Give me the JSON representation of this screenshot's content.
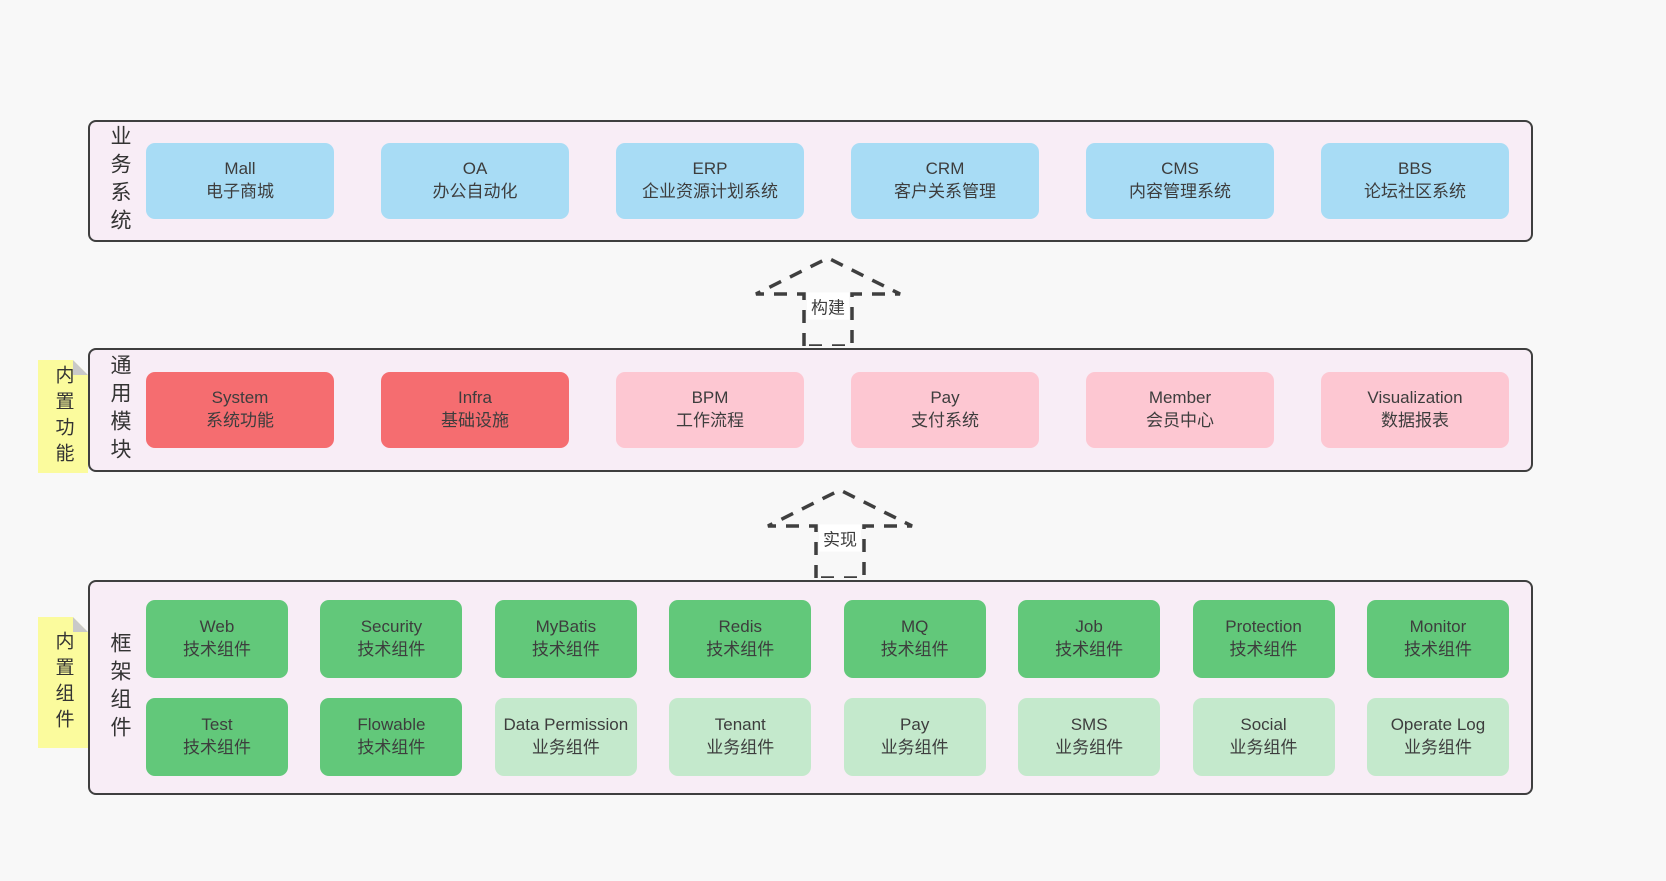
{
  "colors": {
    "page_bg": "#f8f8f8",
    "panel_bg": "#f8edf6",
    "panel_border": "#3f3f3f",
    "blue": "#a8dcf5",
    "red": "#f56d70",
    "pink": "#fdc7d2",
    "green": "#62c87a",
    "light_green": "#c4e9cc",
    "sticky_yellow": "#fbfb9d",
    "text": "#3d3d3d"
  },
  "sections": [
    {
      "label": "业务系统",
      "rows": [
        [
          {
            "title": "Mall",
            "subtitle": "电子商城",
            "type": "blue"
          },
          {
            "title": "OA",
            "subtitle": "办公自动化",
            "type": "blue"
          },
          {
            "title": "ERP",
            "subtitle": "企业资源计划系统",
            "type": "blue"
          },
          {
            "title": "CRM",
            "subtitle": "客户关系管理",
            "type": "blue"
          },
          {
            "title": "CMS",
            "subtitle": "内容管理系统",
            "type": "blue"
          },
          {
            "title": "BBS",
            "subtitle": "论坛社区系统",
            "type": "blue"
          }
        ]
      ]
    },
    {
      "label": "通用模块",
      "rows": [
        [
          {
            "title": "System",
            "subtitle": "系统功能",
            "type": "red"
          },
          {
            "title": "Infra",
            "subtitle": "基础设施",
            "type": "red"
          },
          {
            "title": "BPM",
            "subtitle": "工作流程",
            "type": "pink"
          },
          {
            "title": "Pay",
            "subtitle": "支付系统",
            "type": "pink"
          },
          {
            "title": "Member",
            "subtitle": "会员中心",
            "type": "pink"
          },
          {
            "title": "Visualization",
            "subtitle": "数据报表",
            "type": "pink"
          }
        ]
      ]
    },
    {
      "label": "框架组件",
      "rows": [
        [
          {
            "title": "Web",
            "subtitle": "技术组件",
            "type": "green"
          },
          {
            "title": "Security",
            "subtitle": "技术组件",
            "type": "green"
          },
          {
            "title": "MyBatis",
            "subtitle": "技术组件",
            "type": "green"
          },
          {
            "title": "Redis",
            "subtitle": "技术组件",
            "type": "green"
          },
          {
            "title": "MQ",
            "subtitle": "技术组件",
            "type": "green"
          },
          {
            "title": "Job",
            "subtitle": "技术组件",
            "type": "green"
          },
          {
            "title": "Protection",
            "subtitle": "技术组件",
            "type": "green"
          },
          {
            "title": "Monitor",
            "subtitle": "技术组件",
            "type": "green"
          }
        ],
        [
          {
            "title": "Test",
            "subtitle": "技术组件",
            "type": "green"
          },
          {
            "title": "Flowable",
            "subtitle": "技术组件",
            "type": "green"
          },
          {
            "title": "Data Permission",
            "subtitle": "业务组件",
            "type": "lightgreen"
          },
          {
            "title": "Tenant",
            "subtitle": "业务组件",
            "type": "lightgreen"
          },
          {
            "title": "Pay",
            "subtitle": "业务组件",
            "type": "lightgreen"
          },
          {
            "title": "SMS",
            "subtitle": "业务组件",
            "type": "lightgreen"
          },
          {
            "title": "Social",
            "subtitle": "业务组件",
            "type": "lightgreen"
          },
          {
            "title": "Operate Log",
            "subtitle": "业务组件",
            "type": "lightgreen"
          }
        ]
      ]
    }
  ],
  "stickies": [
    {
      "label": "内置功能"
    },
    {
      "label": "内置组件"
    }
  ],
  "arrows": [
    {
      "label": "构建"
    },
    {
      "label": "实现"
    }
  ]
}
